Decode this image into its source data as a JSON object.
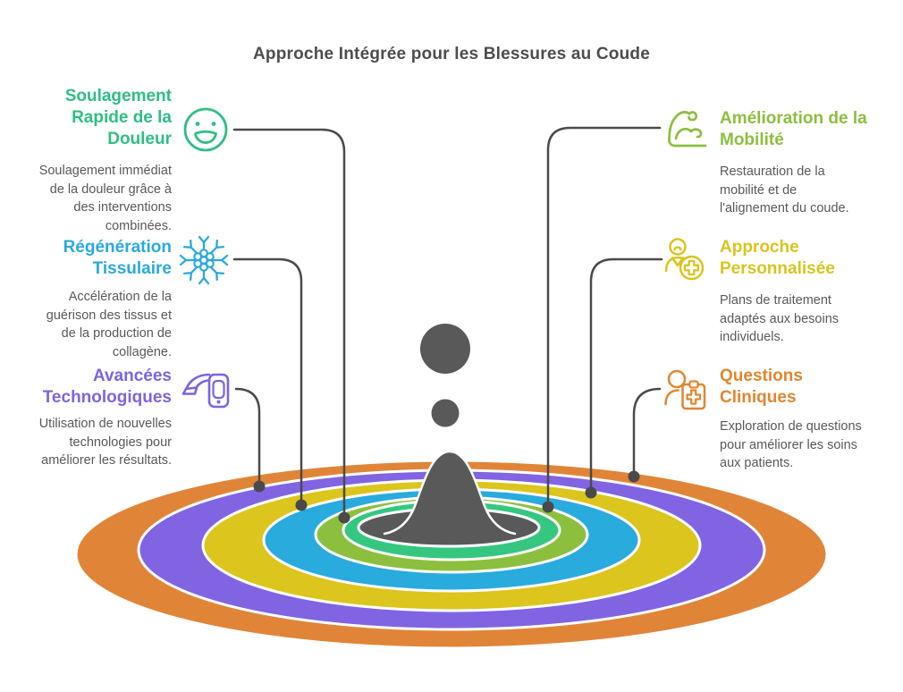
{
  "title": "Approche Intégrée pour les Blessures au Coude",
  "title_color": "#4D4D4D",
  "items": [
    {
      "heading": "Soulagement Rapide de la Douleur",
      "description": "Soulagement immédiat de la douleur grâce à des interventions combinées.",
      "color": "#2FBE82",
      "icon": "smiley-face-icon",
      "side": "left"
    },
    {
      "heading": "Régénération Tissulaire",
      "description": "Accélération de la guérison des tissus et de la production de collagène.",
      "color": "#2BA9DC",
      "icon": "snowflake-icon",
      "side": "left"
    },
    {
      "heading": "Avancées Technologiques",
      "description": "Utilisation de nouvelles technologies pour améliorer les résultats.",
      "color": "#7D64DF",
      "icon": "flexible-phone-icon",
      "side": "left"
    },
    {
      "heading": "Amélioration de la Mobilité",
      "description": "Restauration de la mobilité et de l'alignement du coude.",
      "color": "#8CBE3F",
      "icon": "flexed-arm-icon",
      "side": "right"
    },
    {
      "heading": "Approche Personnalisée",
      "description": "Plans de traitement adaptés aux besoins individuels.",
      "color": "#D9C41F",
      "icon": "person-plus-icon",
      "side": "right"
    },
    {
      "heading": "Questions Cliniques",
      "description": "Exploration de questions pour améliorer les soins aux patients.",
      "color": "#E0862F",
      "icon": "person-clipboard-icon",
      "side": "right"
    }
  ],
  "ripple": {
    "rings": [
      {
        "name": "questions-cliniques-ring",
        "color": "#E08538"
      },
      {
        "name": "avancees-technologiques-ring",
        "color": "#8164E2"
      },
      {
        "name": "approche-personnalisee-ring",
        "color": "#DCC51C"
      },
      {
        "name": "regeneration-tissulaire-ring",
        "color": "#29ABDE"
      },
      {
        "name": "amelioration-mobilite-ring",
        "color": "#8CBF3E"
      },
      {
        "name": "soulagement-rapide-ring",
        "color": "#35C77F"
      }
    ],
    "center_color": "#595959",
    "connector_color": "#4A4A4A"
  }
}
